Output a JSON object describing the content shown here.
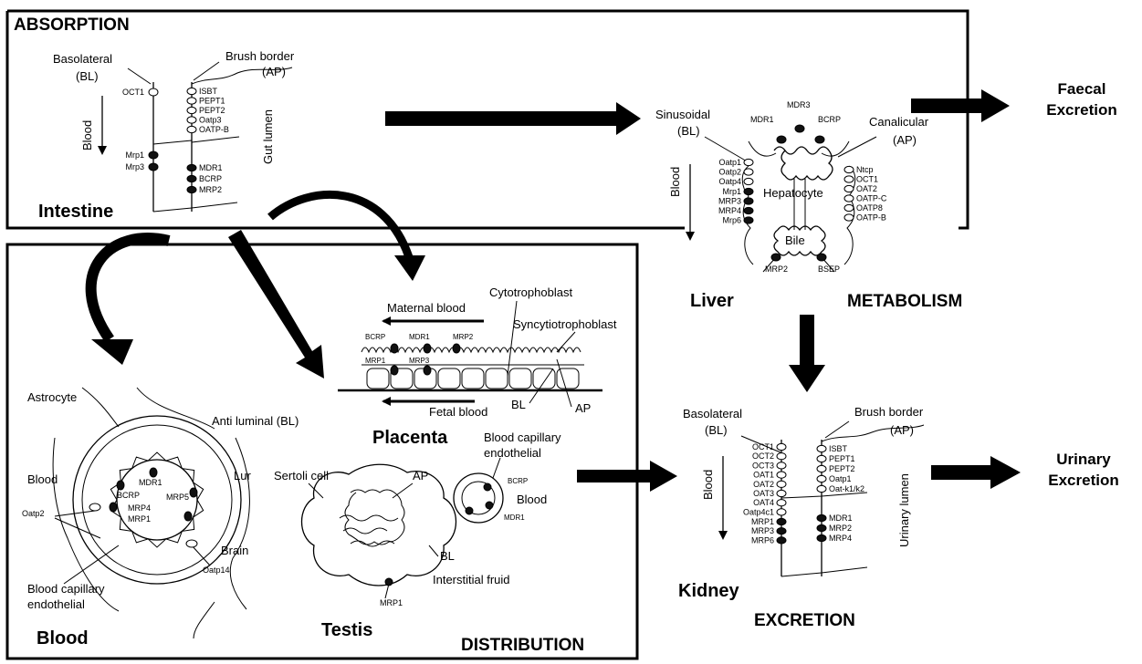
{
  "sections": {
    "absorption": "ABSORPTION",
    "metabolism": "METABOLISM",
    "distribution": "DISTRIBUTION",
    "excretion": "EXCRETION"
  },
  "organs": {
    "intestine": "Intestine",
    "liver": "Liver",
    "kidney": "Kidney",
    "blood": "Blood",
    "testis": "Testis",
    "placenta": "Placenta"
  },
  "outputs": {
    "faecal_line1": "Faecal",
    "faecal_line2": "Excretion",
    "urinary_line1": "Urinary",
    "urinary_line2": "Excretion"
  },
  "intestine": {
    "basolateral": "Basolateral",
    "bl": "(BL)",
    "brush_border": "Brush border",
    "ap": "(AP)",
    "blood": "Blood",
    "lumen": "Gut lumen",
    "left_transporters": [
      "OCT1",
      "Mrp1",
      "Mrp3"
    ],
    "right_uptake": [
      "ISBT",
      "PEPT1",
      "PEPT2",
      "Oatp3",
      "OATP-B"
    ],
    "right_efflux": [
      "MDR1",
      "BCRP",
      "MRP2"
    ]
  },
  "liver": {
    "sinusoidal": "Sinusoidal",
    "bl": "(BL)",
    "canalicular": "Canalicular",
    "ap": "(AP)",
    "blood": "Blood",
    "hepatocyte": "Hepatocyte",
    "bile": "Bile",
    "top_transporters": [
      "MDR3",
      "MDR1",
      "BCRP"
    ],
    "left_transporters": [
      "Oatp1",
      "Oatp2",
      "Oatp4",
      "Mrp1",
      "MRP3",
      "MRP4",
      "Mrp6"
    ],
    "right_transporters": [
      "Ntcp",
      "OCT1",
      "OAT2",
      "OATP-C",
      "OATP8",
      "OATP-B"
    ],
    "bottom_transporters": [
      "MRP2",
      "BSEP"
    ]
  },
  "kidney": {
    "basolateral": "Basolateral",
    "bl": "(BL)",
    "brush_border": "Brush border",
    "ap": "(AP)",
    "blood": "Blood",
    "lumen": "Urinary lumen",
    "left_transporters": [
      "OCT1",
      "OCT2",
      "OCT3",
      "OAT1",
      "OAT2",
      "OAT3",
      "OAT4",
      "Oatp4c1",
      "MRP1",
      "MRP3",
      "MRP6"
    ],
    "right_uptake": [
      "ISBT",
      "PEPT1",
      "PEPT2",
      "Oatp1",
      "Oat-k1/k2"
    ],
    "right_efflux": [
      "MDR1",
      "MRP2",
      "MRP4"
    ]
  },
  "placenta": {
    "maternal_blood": "Maternal blood",
    "fetal_blood": "Fetal blood",
    "cytotrophoblast": "Cytotrophoblast",
    "syncytiotrophoblast": "Syncytiotrophoblast",
    "bl": "BL",
    "ap": "AP",
    "top_transporters": [
      "BCRP",
      "MDR1",
      "MRP2"
    ],
    "bottom_transporters": [
      "MRP1",
      "MRP3"
    ]
  },
  "blood_brain": {
    "astrocyte": "Astrocyte",
    "anti_luminal": "Anti luminal (BL)",
    "lumen_fragment": "Lur",
    "blood": "Blood",
    "brain": "Brain",
    "capillary_line1": "Blood capillary",
    "capillary_line2": "endothelial",
    "inner_transporters": [
      "MDR1",
      "BCRP",
      "MRP5",
      "MRP4",
      "MRP1"
    ],
    "oatp2": "Oatp2",
    "oatp14": "Oatp14"
  },
  "testis": {
    "sertoli": "Sertoli cell",
    "ap": "AP",
    "bl": "BL",
    "capillary_line1": "Blood capillary",
    "capillary_line2": "endothelial",
    "bcrp": "BCRP",
    "blood": "Blood",
    "mdr1": "MDR1",
    "mrp1": "MRP1",
    "interstitial": "Interstitial fruid"
  }
}
